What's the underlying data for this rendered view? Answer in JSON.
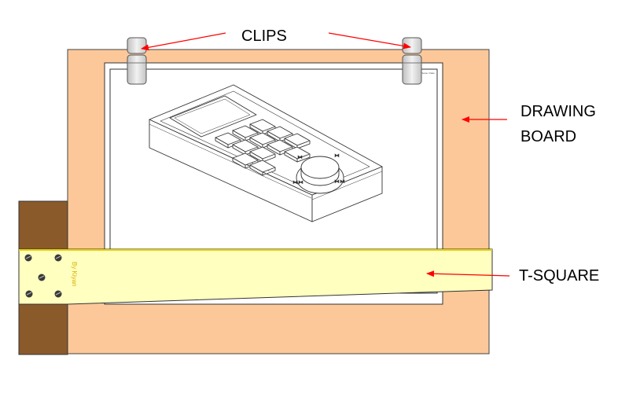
{
  "labels": {
    "clips": "CLIPS",
    "drawing_board_line1": "DRAWING",
    "drawing_board_line2": "BOARD",
    "t_square": "T-SQUARE"
  },
  "paper_note": "Name / Date",
  "t_square_signature": "By Kiyan",
  "colors": {
    "board": "#fdc899",
    "head": "#8b5a2b",
    "blade": "#ffffc0",
    "arrow": "#ff0000",
    "clip": "#d8d8d8"
  }
}
